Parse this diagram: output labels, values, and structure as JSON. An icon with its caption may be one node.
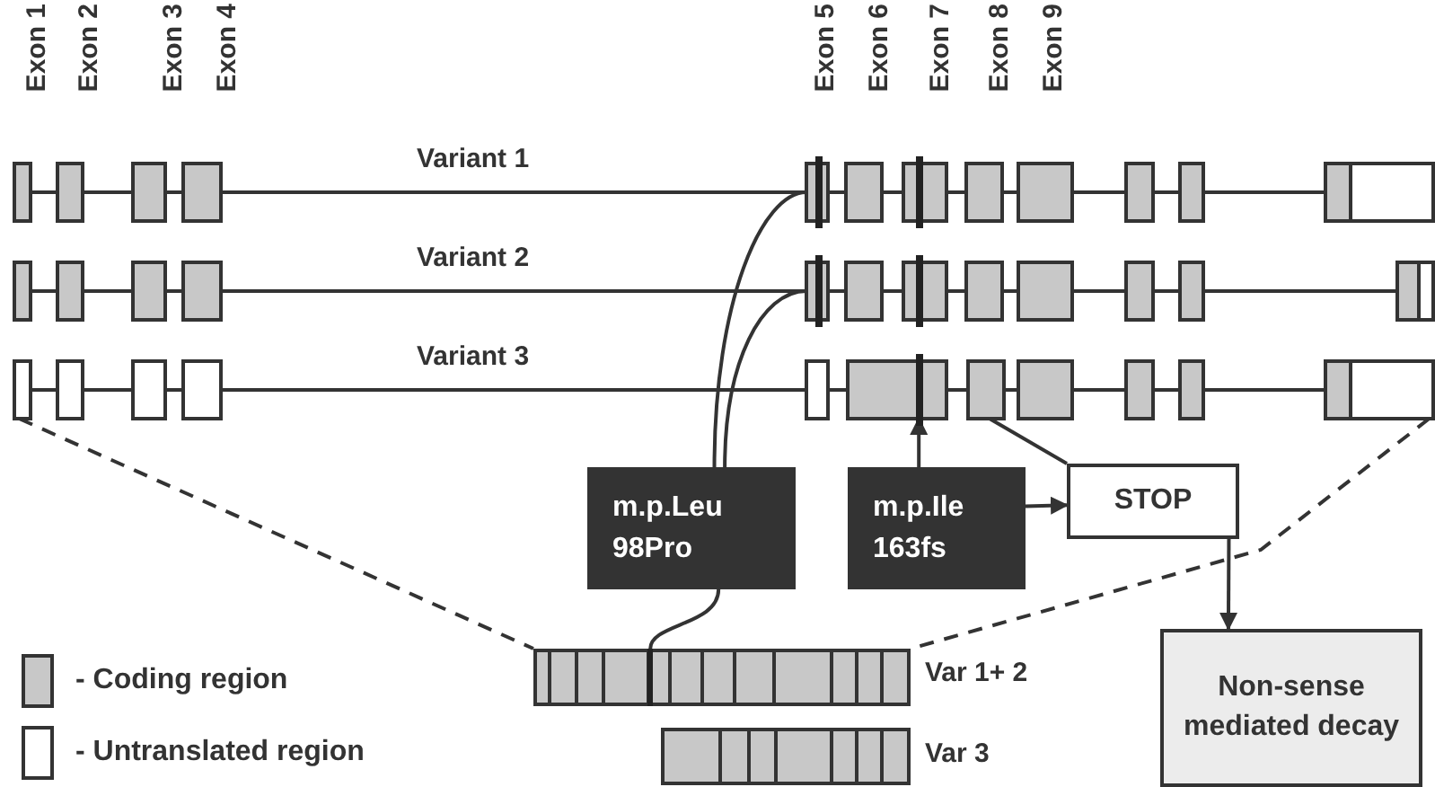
{
  "diagram": {
    "nodes": [
      {
        "text": [],
        "shape": "box"
      },
      {
        "text": [],
        "shape": "box"
      },
      {
        "text": [],
        "shape": "box"
      },
      {
        "text": [],
        "shape": "box"
      },
      {
        "text": [],
        "shape": "box"
      },
      {
        "text": [],
        "shape": "box"
      },
      {
        "text": [
          "m.p.Leu 98Pro"
        ]
      },
      {
        "text": [
          "m.p.Ile 163fs"
        ]
      },
      {
        "text": [
          "STOP"
        ]
      },
      {
        "text": [],
        "shape": "bar"
      },
      {
        "text": [
          "Non-sense mediated decay"
        ]
      }
    ],
    "edges": [
      {
        "from": 6,
        "to": 0,
        "arrow": "none"
      },
      {
        "from": 6,
        "to": 1,
        "arrow": "none"
      },
      {
        "from": 6,
        "to": 9,
        "arrow": "none"
      },
      {
        "from": 7,
        "to": 3,
        "arrow": "to"
      },
      {
        "from": 7,
        "to": 8,
        "arrow": "to"
      },
      {
        "from": 4,
        "to": 8,
        "arrow": "none"
      },
      {
        "from": 8,
        "to": 10,
        "arrow": "to"
      },
      {
        "from": 2,
        "to": 9,
        "arrow": "none",
        "style": "dashed"
      },
      {
        "from": 5,
        "to": 9,
        "arrow": "none",
        "style": "dashed"
      }
    ],
    "labels": [
      "Exon 1",
      "Exon 2",
      "Exon 3",
      "Exon 4",
      "Exon 5",
      "Exon 6",
      "Exon 7",
      "Exon 8",
      "Exon 9",
      "Variant 1",
      "Variant 2",
      "Variant 3",
      "Var 1+ 2",
      "Var 3"
    ],
    "legend": [
      {
        "text": "- Coding region",
        "color": "#c8c8c8"
      },
      {
        "text": "- Untranslated region",
        "color": "#ffffff"
      }
    ]
  }
}
